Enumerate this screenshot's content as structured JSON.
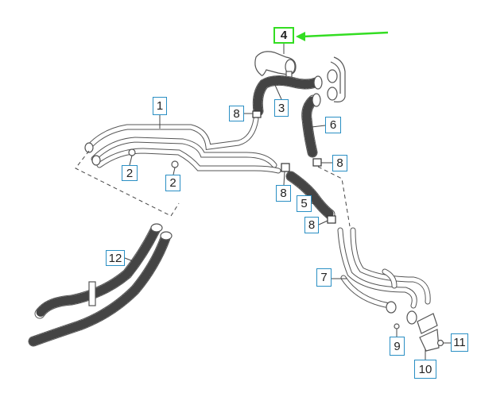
{
  "diagram": {
    "highlighted_part": "4",
    "highlight_color": "#33dd22",
    "callout_border_color": "#2a8fc4",
    "callouts": [
      {
        "id": "c4",
        "label": "4"
      },
      {
        "id": "c1",
        "label": "1"
      },
      {
        "id": "c8a",
        "label": "8"
      },
      {
        "id": "c3",
        "label": "3"
      },
      {
        "id": "c6",
        "label": "6"
      },
      {
        "id": "c2a",
        "label": "2"
      },
      {
        "id": "c2b",
        "label": "2"
      },
      {
        "id": "c8b",
        "label": "8"
      },
      {
        "id": "c8c",
        "label": "8"
      },
      {
        "id": "c5",
        "label": "5"
      },
      {
        "id": "c8d",
        "label": "8"
      },
      {
        "id": "c12",
        "label": "12"
      },
      {
        "id": "c7",
        "label": "7"
      },
      {
        "id": "c9",
        "label": "9"
      },
      {
        "id": "c11",
        "label": "11"
      },
      {
        "id": "c10",
        "label": "10"
      }
    ]
  }
}
